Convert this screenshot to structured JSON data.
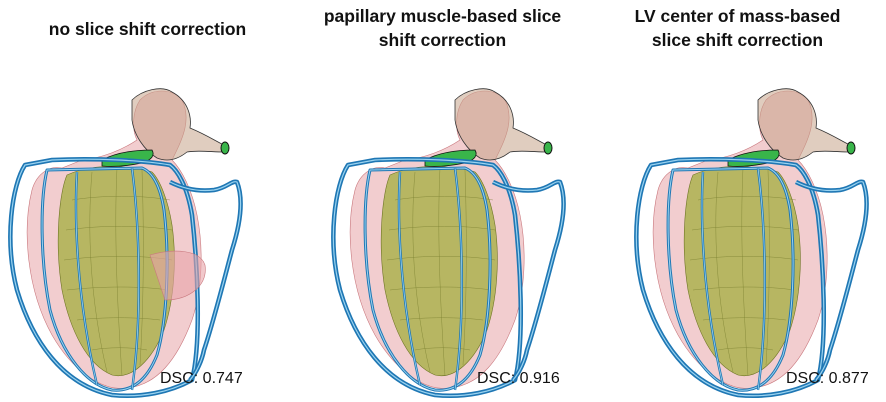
{
  "figure": {
    "panels": [
      {
        "title": "no slice shift correction",
        "dsc_label": "DSC: 0.747"
      },
      {
        "title": "papillary muscle-based slice\nshift correction",
        "dsc_label": "DSC: 0.916"
      },
      {
        "title": "LV center of mass-based\nslice shift correction",
        "dsc_label": "DSC: 0.877"
      }
    ]
  },
  "colors": {
    "contour_blue": "#1f77b4",
    "contour_light": "#9ad3f0",
    "mesh_pink": "#e8a4a8",
    "mesh_olive": "#a7b046",
    "mesh_green": "#39b54a"
  }
}
